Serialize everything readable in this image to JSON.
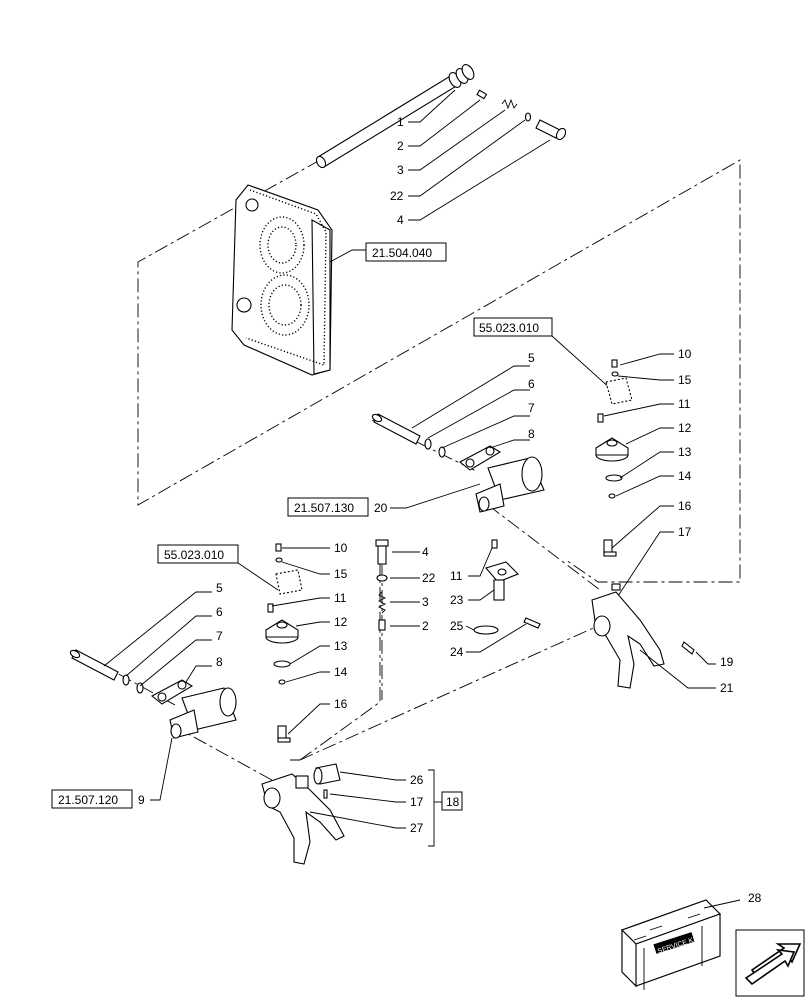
{
  "callouts": {
    "c1": "1",
    "c2": "2",
    "c3": "3",
    "c22": "22",
    "c4": "4",
    "c10a": "10",
    "c15a": "15",
    "c11a": "11",
    "c12a": "12",
    "c13a": "13",
    "c14a": "14",
    "c16a": "16",
    "c17a": "17",
    "c5a": "5",
    "c6a": "6",
    "c7a": "7",
    "c8a": "8",
    "c20": "20",
    "c10b": "10",
    "c15b": "15",
    "c11b": "11",
    "c12b": "12",
    "c13b": "13",
    "c14b": "14",
    "c16b": "16",
    "c5b": "5",
    "c6b": "6",
    "c7b": "7",
    "c8b": "8",
    "c9": "9",
    "c4b": "4",
    "c22b": "22",
    "c3b": "3",
    "c2b": "2",
    "c11c": "11",
    "c23": "23",
    "c25": "25",
    "c24": "24",
    "c19": "19",
    "c21": "21",
    "c26": "26",
    "c17b": "17",
    "c27": "27",
    "c18": "18",
    "c28": "28"
  },
  "references": {
    "r_21_504_040": "21.504.040",
    "r_55_023_010_right": "55.023.010",
    "r_21_507_130": "21.507.130",
    "r_55_023_010_left": "55.023.010",
    "r_21_507_120": "21.507.120"
  },
  "kit_label": "SERVICE KIT",
  "icons": {
    "kit": "service-kit-box-icon",
    "nav": "next-page-arrow-icon"
  }
}
